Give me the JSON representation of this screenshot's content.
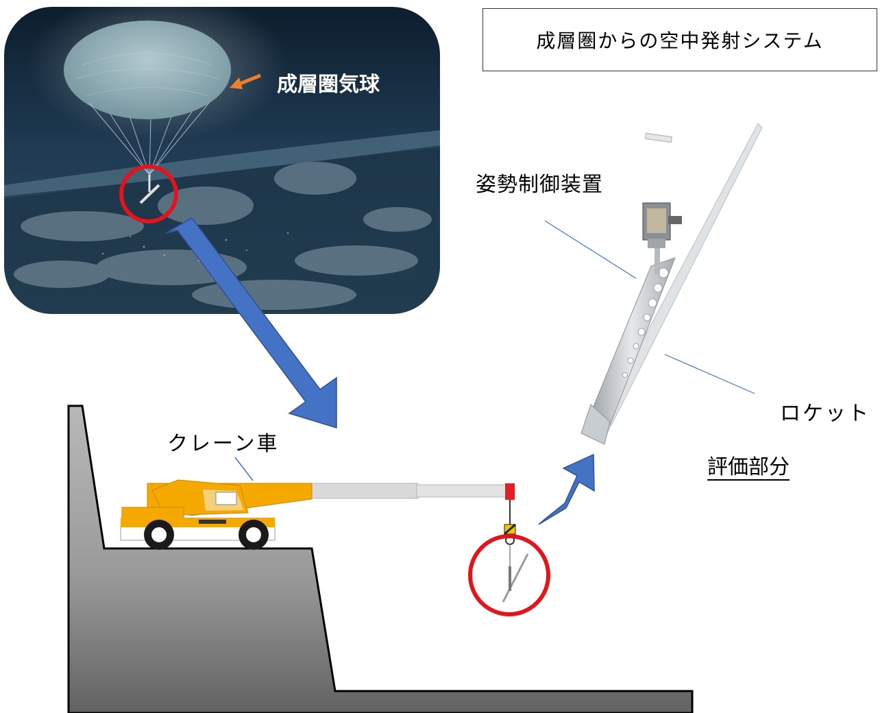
{
  "diagram": {
    "title": "成層圏からの空中発射システム",
    "labels": {
      "balloon": "成層圏気球",
      "attitude_control": "姿勢制御装置",
      "rocket": "ロケット",
      "evaluation_part": "評価部分",
      "crane_truck": "クレーン車"
    }
  },
  "colors": {
    "sky_dark": "#0f2233",
    "sky_mid": "#2a4a63",
    "balloon": "#8fb0b8",
    "highlight_circle": "#e3141b",
    "arrow_fill": "#4472c4",
    "arrow_stroke": "#2f528f",
    "small_arrow": "#ed7d31",
    "ground_light": "#b0b0b0",
    "ground_dark": "#6b6b6b",
    "crane_body": "#f5a800",
    "crane_boom": "#d9d9d9",
    "leader_line": "#4472c4"
  },
  "icons": {
    "balloon": "balloon-illustration",
    "crane": "crane-truck-illustration",
    "rocket": "rocket-illustration"
  }
}
